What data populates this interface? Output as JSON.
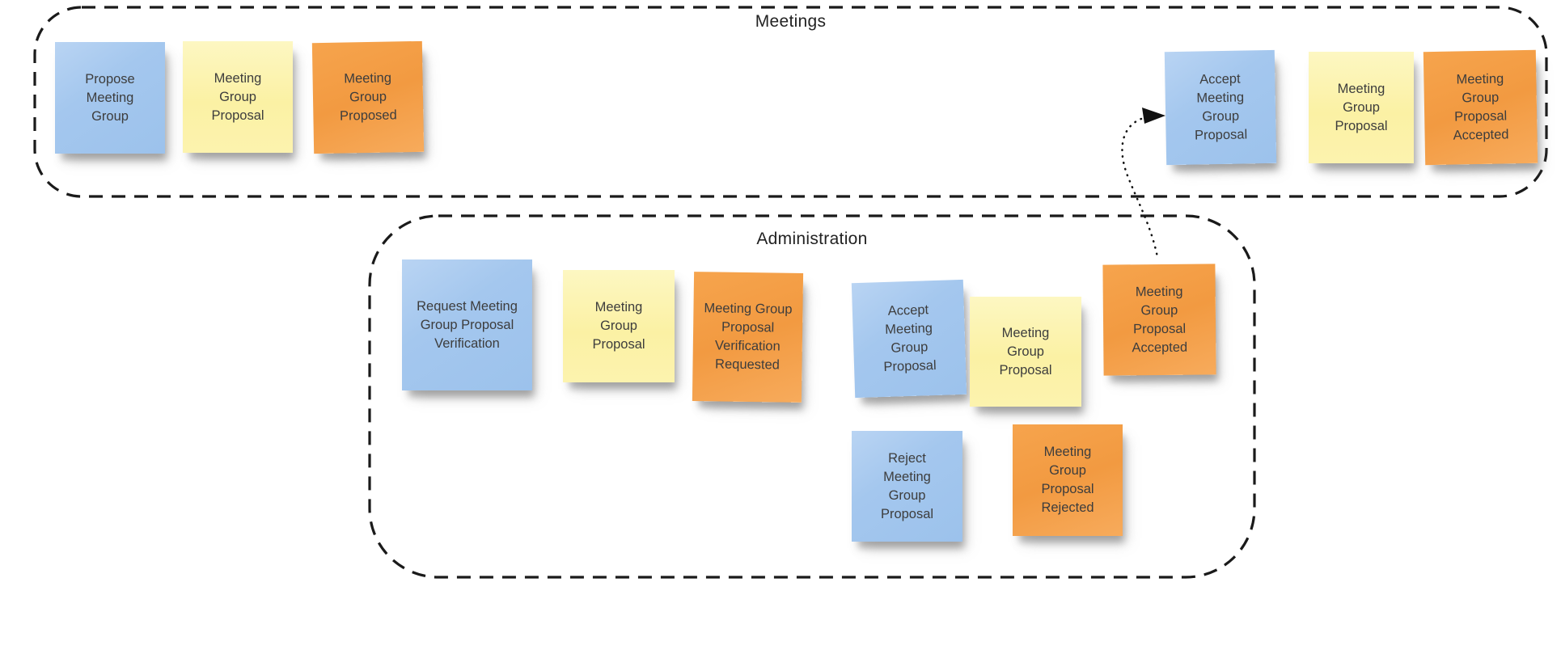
{
  "groups": {
    "meetings": {
      "title": "Meetings",
      "notes": [
        {
          "label": "Propose\nMeeting\nGroup",
          "color": "blue"
        },
        {
          "label": "Meeting\nGroup\nProposal",
          "color": "yellow"
        },
        {
          "label": "Meeting\nGroup\nProposed",
          "color": "orange"
        },
        {
          "label": "Accept\nMeeting\nGroup\nProposal",
          "color": "blue"
        },
        {
          "label": "Meeting\nGroup\nProposal",
          "color": "yellow"
        },
        {
          "label": "Meeting\nGroup\nProposal\nAccepted",
          "color": "orange"
        }
      ]
    },
    "administration": {
      "title": "Administration",
      "notes": [
        {
          "label": "Request Meeting\nGroup Proposal\nVerification",
          "color": "blue"
        },
        {
          "label": "Meeting\nGroup\nProposal",
          "color": "yellow"
        },
        {
          "label": "Meeting Group\nProposal\nVerification\nRequested",
          "color": "orange"
        },
        {
          "label": "Accept\nMeeting\nGroup\nProposal",
          "color": "blue"
        },
        {
          "label": "Meeting\nGroup\nProposal",
          "color": "yellow"
        },
        {
          "label": "Meeting\nGroup\nProposal\nAccepted",
          "color": "orange"
        },
        {
          "label": "Reject\nMeeting\nGroup\nProposal",
          "color": "blue"
        },
        {
          "label": "Meeting\nGroup\nProposal\nRejected",
          "color": "orange"
        }
      ]
    }
  },
  "connector": {
    "from": "administration-meeting-group-proposal-accepted",
    "to": "meetings-accept-meeting-group-proposal",
    "style": "dotted-arrow"
  },
  "colors": {
    "sticky_blue": "#a3c7ee",
    "sticky_yellow": "#fbf2a7",
    "sticky_orange": "#f5a14b",
    "boundary": "#1a1a1a",
    "note_text": "#3d3d3d",
    "title_text": "#222222"
  }
}
